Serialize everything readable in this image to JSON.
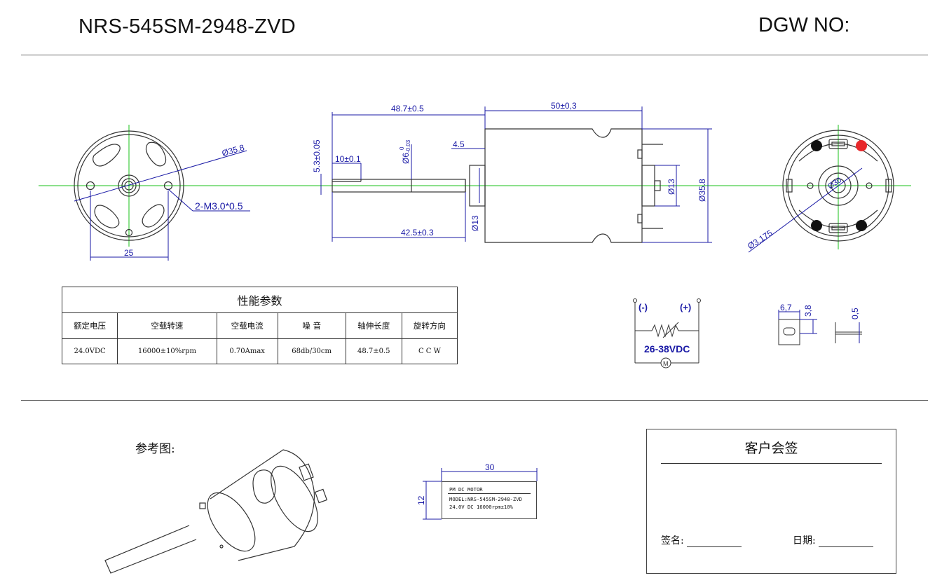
{
  "header": {
    "model": "NRS-545SM-2948-ZVD",
    "dgw": "DGW NO:"
  },
  "front_view": {
    "dia": "Ø35.8",
    "holes": "2-M3.0*0.5",
    "spacing": "25"
  },
  "side_view": {
    "shaft_len": "48.7±0.5",
    "body_len": "50±0,3",
    "flat_depth": "5.3±0.05",
    "flat_len": "10±0.1",
    "shaft_dia": "Ø6",
    "shaft_tol_top": "0",
    "shaft_tol_bottom": "-0.03",
    "boss_len": "4.5",
    "shaft_span": "42.5±0.3",
    "boss_dia": "Ø13",
    "rear_boss": "Ø13",
    "body_dia": "Ø35.8"
  },
  "rear_view": {
    "dia_small": "Ø3,175",
    "center": "Ø30"
  },
  "spec_table": {
    "title": "性能参数",
    "headers": [
      "额定电压",
      "空载转速",
      "空载电流",
      "噪 音",
      "轴伸长度",
      "旋转方向"
    ],
    "values": [
      "24.0VDC",
      "16000±10%rpm",
      "0.70Amax",
      "68db/30cm",
      "48.7±0.5",
      "C C W"
    ]
  },
  "circuit": {
    "neg": "(-)",
    "pos": "(+)",
    "voltage": "26-38VDC",
    "motor": "M"
  },
  "terminal": {
    "w": "6,7",
    "h": "3,8",
    "t": "0,5"
  },
  "reference": {
    "label": "参考图:"
  },
  "nameplate": {
    "width": "30",
    "height": "12",
    "line1": "PM DC MOTOR",
    "line2": "MODEL:NRS-545SM-2948-ZVD",
    "line3": "24.0V DC  16000rpm±10%"
  },
  "signoff": {
    "title": "客户会签",
    "sign": "签名:",
    "date": "日期:"
  },
  "colors": {
    "dimension": "#1a1aa6",
    "centerline": "#19c219",
    "terminal_red": "#e8282b"
  }
}
